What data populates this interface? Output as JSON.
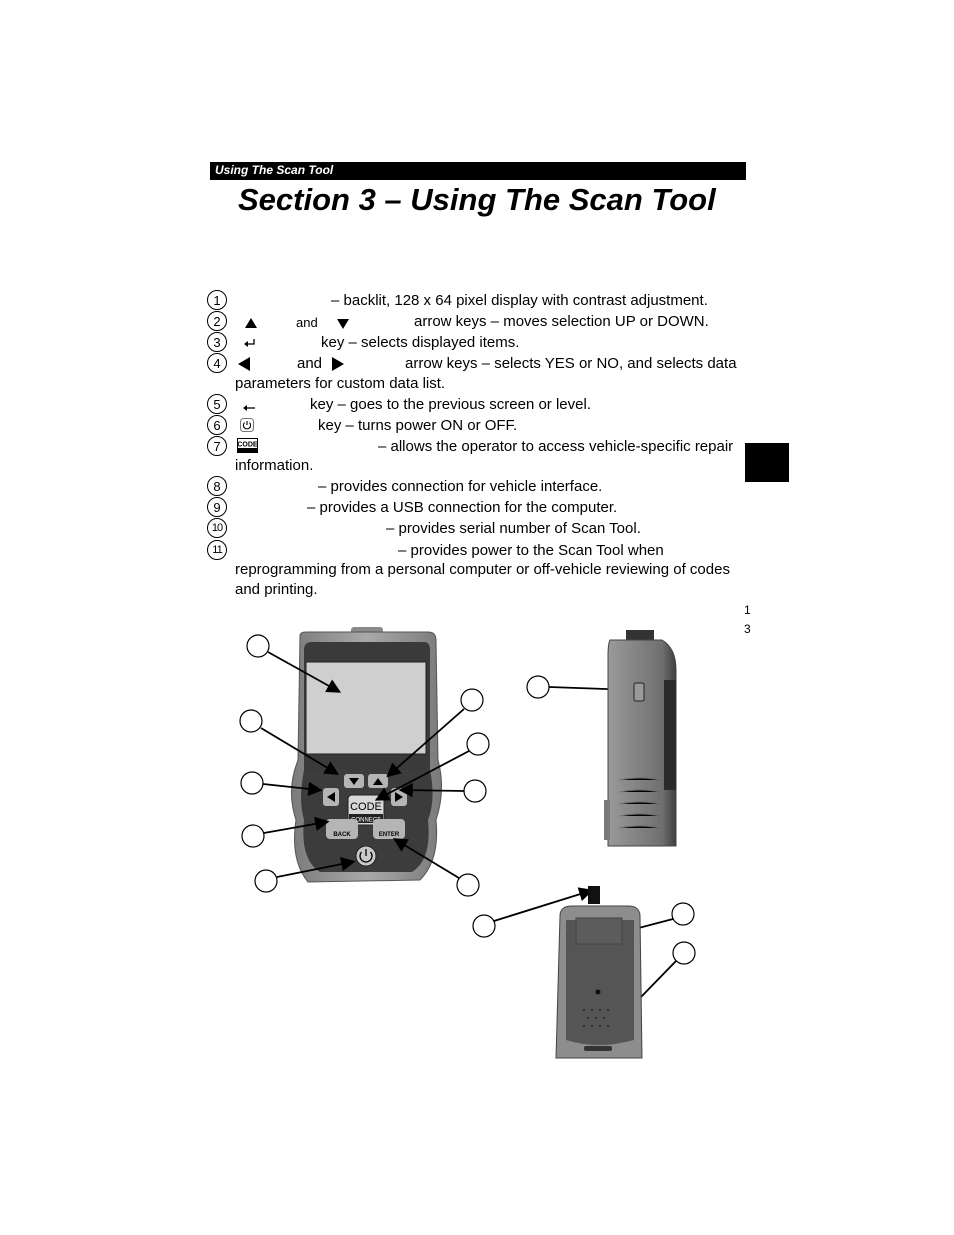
{
  "header": {
    "running_title": "Using The Scan Tool"
  },
  "title": "Section 3 – Using The Scan Tool",
  "items": [
    {
      "num": "1",
      "text": "– backlit, 128 x 64 pixel display with contrast adjustment."
    },
    {
      "num": "2",
      "and": "and",
      "text": "arrow keys – moves selection UP or DOWN."
    },
    {
      "num": "3",
      "text": "key – selects displayed items."
    },
    {
      "num": "4",
      "and": "and",
      "text": "arrow keys – selects YES or NO, and selects data",
      "text2": "parameters for custom data list."
    },
    {
      "num": "5",
      "text": "key – goes to the previous screen or level."
    },
    {
      "num": "6",
      "text": "key – turns power ON or OFF."
    },
    {
      "num": "7",
      "text": "– allows the operator to access vehicle-specific repair",
      "text2": "information."
    },
    {
      "num": "8",
      "text": "– provides connection for vehicle interface."
    },
    {
      "num": "9",
      "text": "– provides a USB connection for the computer."
    },
    {
      "num": "10",
      "text": "– provides serial number of Scan Tool."
    },
    {
      "num": "11",
      "text": "– provides power to the Scan Tool when",
      "text2": "reprogramming from a personal computer or off-vehicle reviewing of codes",
      "text3": "and printing."
    }
  ],
  "page_number": {
    "line1": "1",
    "line2": "3"
  },
  "device_labels": {
    "code": "CODE",
    "connect": "CONNECT",
    "back": "BACK",
    "enter": "ENTER"
  },
  "icons": [
    "up-arrow-icon",
    "down-arrow-icon",
    "enter-icon",
    "left-arrow-icon",
    "right-arrow-icon",
    "back-icon",
    "power-icon",
    "code-connect-icon"
  ],
  "colors": {
    "ink": "#000000",
    "device_body": "#8f8f8f",
    "device_face": "#3c3c3c",
    "screen": "#cfcfcf"
  }
}
